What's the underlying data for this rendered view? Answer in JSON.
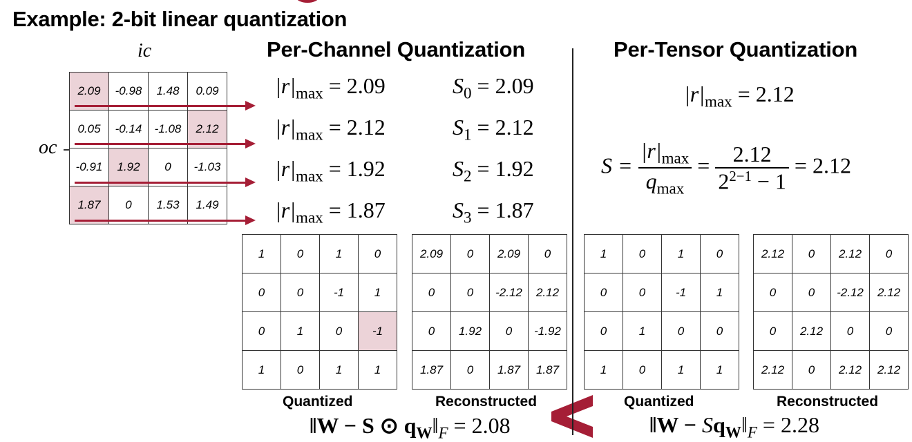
{
  "title": "Example: 2-bit linear quantization",
  "axes": {
    "ic": "ic",
    "oc": "oc"
  },
  "original_matrix": {
    "rows": [
      [
        "2.09",
        "-0.98",
        "1.48",
        "0.09"
      ],
      [
        "0.05",
        "-0.14",
        "-1.08",
        "2.12"
      ],
      [
        "-0.91",
        "1.92",
        "0",
        "-1.03"
      ],
      [
        "1.87",
        "0",
        "1.53",
        "1.49"
      ]
    ],
    "highlighted": [
      [
        0,
        0
      ],
      [
        1,
        3
      ],
      [
        2,
        1
      ],
      [
        3,
        0
      ]
    ]
  },
  "per_channel": {
    "title": "Per-Channel Quantization",
    "rmax_label": "|r|",
    "rmax_sub": "max",
    "rows": [
      {
        "rmax": "2.09",
        "s_label": "S",
        "s_sub": "0",
        "s": "2.09"
      },
      {
        "rmax": "2.12",
        "s_label": "S",
        "s_sub": "1",
        "s": "2.12"
      },
      {
        "rmax": "1.92",
        "s_label": "S",
        "s_sub": "2",
        "s": "1.92"
      },
      {
        "rmax": "1.87",
        "s_label": "S",
        "s_sub": "3",
        "s": "1.87"
      }
    ],
    "quantized": {
      "caption": "Quantized",
      "rows": [
        [
          "1",
          "0",
          "1",
          "0"
        ],
        [
          "0",
          "0",
          "-1",
          "1"
        ],
        [
          "0",
          "1",
          "0",
          "-1"
        ],
        [
          "1",
          "0",
          "1",
          "1"
        ]
      ],
      "highlighted": [
        [
          2,
          3
        ]
      ]
    },
    "reconstructed": {
      "caption": "Reconstructed",
      "rows": [
        [
          "2.09",
          "0",
          "2.09",
          "0"
        ],
        [
          "0",
          "0",
          "-2.12",
          "2.12"
        ],
        [
          "0",
          "1.92",
          "0",
          "-1.92"
        ],
        [
          "1.87",
          "0",
          "1.87",
          "1.87"
        ]
      ]
    },
    "error": {
      "lhs": "‖W − S ⊙ q",
      "sub": "W",
      "norm": "‖",
      "norm_sub": "F",
      "value": "= 2.08"
    }
  },
  "per_tensor": {
    "title": "Per-Tensor Quantization",
    "rmax": "= 2.12",
    "scale_eq": {
      "S": "S =",
      "frac1_num": "|r|",
      "frac1_num_sub": "max",
      "frac1_den": "q",
      "frac1_den_sub": "max",
      "eq": "=",
      "frac2_num": "2.12",
      "frac2_den_base": "2",
      "frac2_den_exp": "2−1",
      "frac2_den_rest": " − 1",
      "result": "= 2.12"
    },
    "quantized": {
      "caption": "Quantized",
      "rows": [
        [
          "1",
          "0",
          "1",
          "0"
        ],
        [
          "0",
          "0",
          "-1",
          "1"
        ],
        [
          "0",
          "1",
          "0",
          "0"
        ],
        [
          "1",
          "0",
          "1",
          "1"
        ]
      ]
    },
    "reconstructed": {
      "caption": "Reconstructed",
      "rows": [
        [
          "2.12",
          "0",
          "2.12",
          "0"
        ],
        [
          "0",
          "0",
          "-2.12",
          "2.12"
        ],
        [
          "0",
          "2.12",
          "0",
          "0"
        ],
        [
          "2.12",
          "0",
          "2.12",
          "2.12"
        ]
      ]
    },
    "error": {
      "lhs": "‖W − ",
      "S": "S",
      "q": "q",
      "sub": "W",
      "norm": "‖",
      "norm_sub": "F",
      "value": "= 2.28"
    }
  },
  "comparison_symbol": "<",
  "colors": {
    "accent": "#a51e36",
    "highlight": "#ecd3d8"
  }
}
